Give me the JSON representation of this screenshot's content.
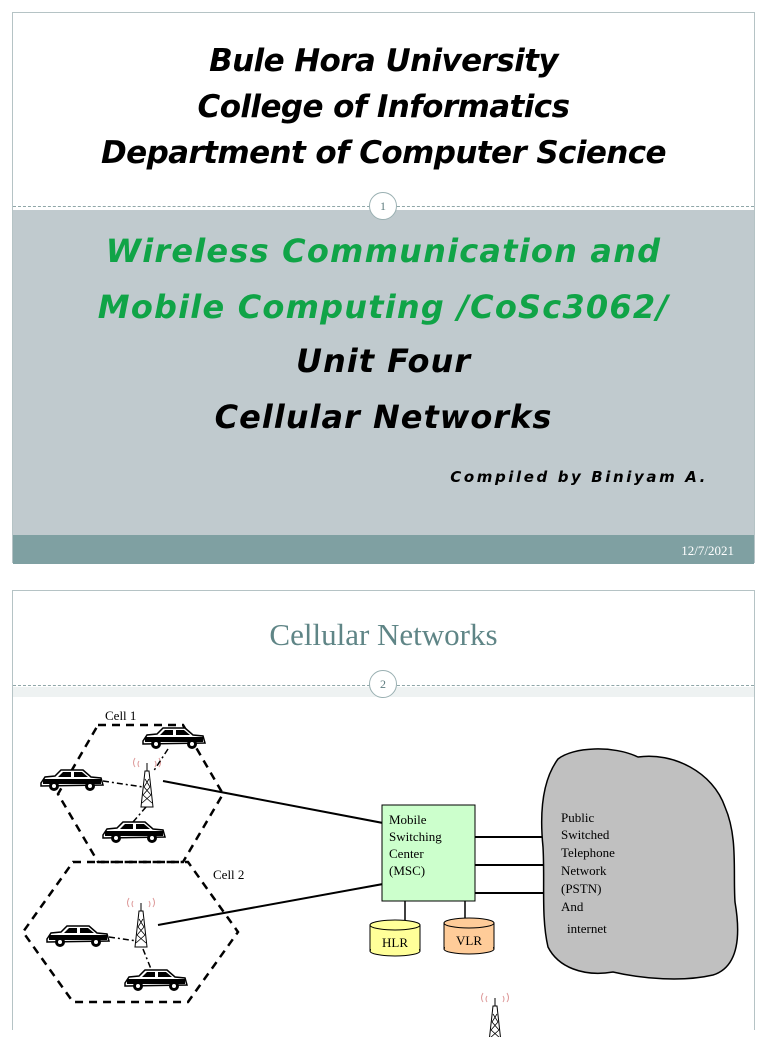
{
  "slide1": {
    "institution": [
      "Bule Hora University",
      "College of Informatics",
      "Department of Computer Science"
    ],
    "slide_number": "1",
    "course_line1": "Wireless Communication and",
    "course_line2": "Mobile Computing /CoSc3062/",
    "unit": "Unit Four",
    "topic": "Cellular Networks",
    "compiled_by": "Compiled by Biniyam A.",
    "date": "12/7/2021"
  },
  "slide2": {
    "title": "Cellular Networks",
    "slide_number": "2",
    "diagram": {
      "cell1_label": "Cell 1",
      "cell2_label": "Cell 2",
      "msc_lines": [
        "Mobile",
        "Switching",
        "Center",
        "(MSC)"
      ],
      "hlr": "HLR",
      "vlr": "VLR",
      "pstn_lines": [
        "Public",
        "Switched",
        "Telephone",
        "Network",
        "(PSTN)",
        "And",
        "internet"
      ],
      "colors": {
        "msc_fill": "#ccffcc",
        "hlr_fill": "#ffff99",
        "vlr_fill": "#ffcc99",
        "cloud_fill": "#c0c0c0"
      }
    }
  }
}
